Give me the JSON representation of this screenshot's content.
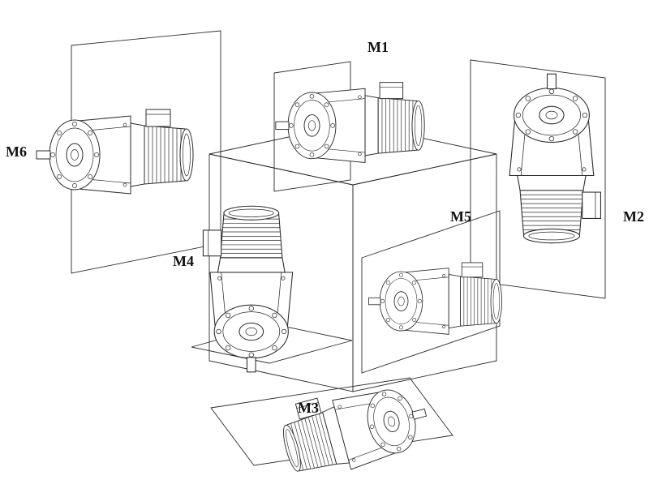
{
  "figure": {
    "labels": {
      "m1": "M1",
      "m2": "M2",
      "m3": "M3",
      "m4": "M4",
      "m5": "M5",
      "m6": "M6"
    }
  },
  "colors": {
    "line": "#2b2b2b",
    "background": "#ffffff"
  }
}
